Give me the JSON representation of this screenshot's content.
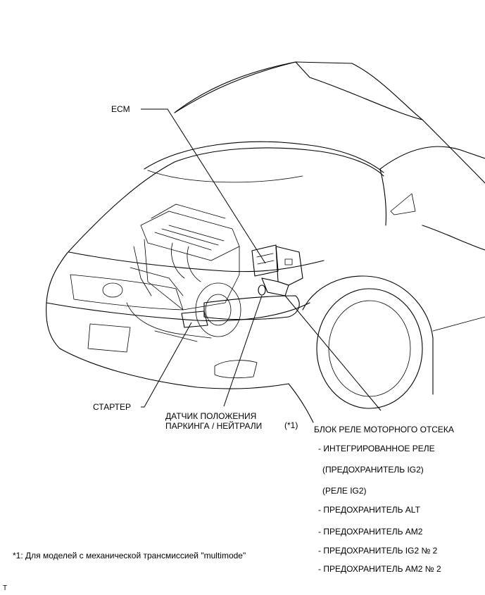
{
  "labels": {
    "ecm": "ECM",
    "starter": "СТАРТЕР",
    "park_neutral_line1": "ДАТЧИК ПОЛОЖЕНИЯ",
    "park_neutral_line2": "ПАРКИНГА / НЕЙТРАЛИ",
    "park_neutral_note": "(*1)",
    "relay_block_title": "БЛОК РЕЛЕ МОТОРНОГО ОТСЕКА",
    "relay_block_items": [
      "- ИНТЕГРИРОВАННОЕ РЕЛЕ",
      "(ПРЕДОХРАНИТЕЛЬ IG2)",
      "(РЕЛЕ IG2)",
      "- ПРЕДОХРАНИТЕЛЬ ALT",
      "- ПРЕДОХРАНИТЕЛЬ AM2",
      "- ПРЕДОХРАНИТЕЛЬ IG2 № 2",
      "- ПРЕДОХРАНИТЕЛЬ AM2 № 2"
    ],
    "footnote": "*1: Для моделей с механической трансмиссией \"multimode\"",
    "corner_mark": "T"
  }
}
